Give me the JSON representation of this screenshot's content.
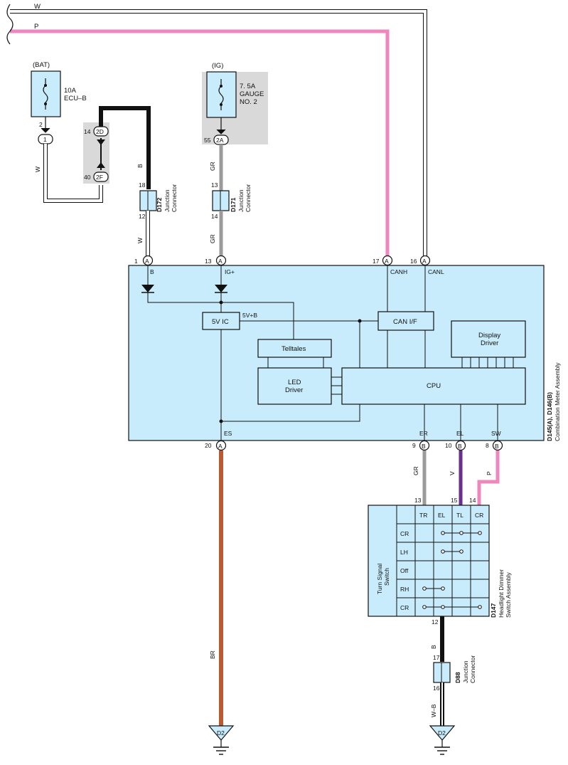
{
  "colors": {
    "white_wire": "#ffffff",
    "pink_wire": "#ef86bd",
    "black_wire": "#111111",
    "gray_wire": "#9b9b9b",
    "brown_wire": "#b85a32",
    "violet_wire": "#6a2e8c",
    "component_fill": "#c8ecfb",
    "shade": "#d9d9d9"
  },
  "top_bus": {
    "w_label": "W",
    "p_label": "P"
  },
  "fuse_bat": {
    "source": "(BAT)",
    "rating": "10A",
    "name": "ECU–B",
    "pin": "2",
    "conn": "1",
    "wire": "W"
  },
  "fuse_ig": {
    "source": "(IG)",
    "rating": "7. 5A",
    "name1": "GAUGE",
    "name2": "NO. 2",
    "pin": "55",
    "conn": "2A",
    "wire": "GR"
  },
  "jb_links": {
    "pin_top": "14",
    "conn_top": "2D",
    "pin_bottom": "40",
    "conn_bottom": "2F"
  },
  "d172": {
    "id": "D172",
    "type1": "Junction",
    "type2": "Connector",
    "pin_in": "18",
    "pin_out": "12",
    "wire_in": "B",
    "wire_out": "W"
  },
  "d171": {
    "id": "D171",
    "type1": "Junction",
    "type2": "Connector",
    "pin_in": "13",
    "pin_out": "14",
    "wire_in": "GR",
    "wire_out": "GR"
  },
  "meter": {
    "id": "D145(A), D146(B)",
    "name": "Combination Meter Assembly",
    "top_pins": [
      {
        "num": "1",
        "conn": "A",
        "label": "B"
      },
      {
        "num": "13",
        "conn": "A",
        "label": "IG+"
      },
      {
        "num": "17",
        "conn": "A",
        "label": "CANH"
      },
      {
        "num": "16",
        "conn": "A",
        "label": "CANL"
      }
    ],
    "bottom_pins": [
      {
        "num": "20",
        "conn": "A",
        "label": "ES"
      },
      {
        "num": "9",
        "conn": "B",
        "label": "ER"
      },
      {
        "num": "10",
        "conn": "B",
        "label": "EL"
      },
      {
        "num": "8",
        "conn": "B",
        "label": "SW"
      }
    ],
    "ic5v": "5V IC",
    "v5b": "5V+B",
    "can_if": "CAN I/F",
    "display1": "Display",
    "display2": "Driver",
    "telltales": "Telltales",
    "led1": "LED",
    "led2": "Driver",
    "cpu": "CPU"
  },
  "out_wires": {
    "er": "GR",
    "el": "V",
    "sw": "P",
    "es": "BR"
  },
  "switch": {
    "id": "D147",
    "name1": "Headlight Dimmer",
    "name2": "Switch Assembly",
    "side1": "Turn Signal",
    "side2": "Switch",
    "pins": [
      "13",
      "15",
      "14"
    ],
    "columns": [
      "TR",
      "EL",
      "TL",
      "CR"
    ],
    "rows": [
      "CR",
      "LH",
      "Off",
      "RH",
      "CR"
    ],
    "out_pin": "12",
    "out_wire": "B"
  },
  "d88": {
    "id": "D88",
    "type1": "Junction",
    "type2": "Connector",
    "pin_in": "17",
    "pin_out": "16",
    "wire": "W–B"
  },
  "grounds": {
    "left": "D2",
    "right": "D2"
  }
}
